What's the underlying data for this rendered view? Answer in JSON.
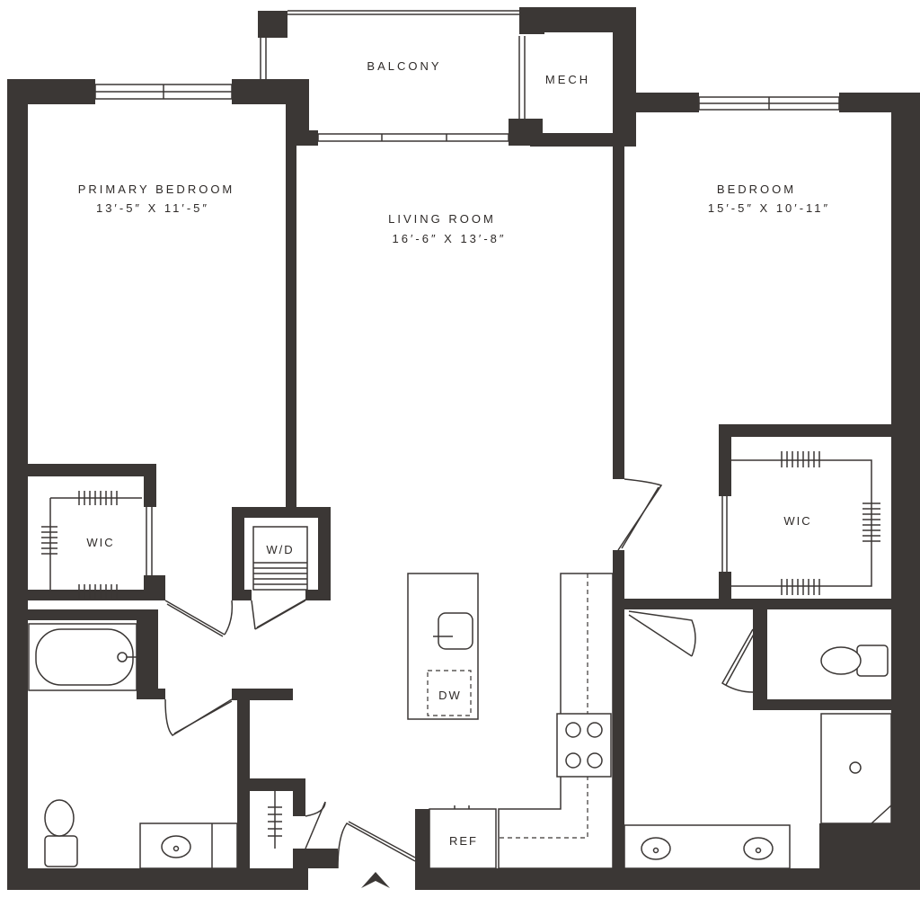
{
  "rooms": {
    "balcony": {
      "name": "BALCONY"
    },
    "mech": {
      "name": "MECH"
    },
    "primary_bedroom": {
      "name": "PRIMARY BEDROOM",
      "dims": "13′-5″ X 11′-5″"
    },
    "living_room": {
      "name": "LIVING ROOM",
      "dims": "16′-6″ X 13′-8″"
    },
    "bedroom": {
      "name": "BEDROOM",
      "dims": "15′-5″ X 10′-11″"
    },
    "wic_primary": {
      "name": "WIC"
    },
    "wic_bedroom": {
      "name": "WIC"
    },
    "washer_dryer": {
      "name": "W/D"
    }
  },
  "fixtures": {
    "dishwasher": "DW",
    "refrigerator": "REF"
  },
  "colors": {
    "wall": "#3b3735",
    "background": "#ffffff"
  },
  "icons": {
    "entry": "entry-arrow-icon"
  }
}
